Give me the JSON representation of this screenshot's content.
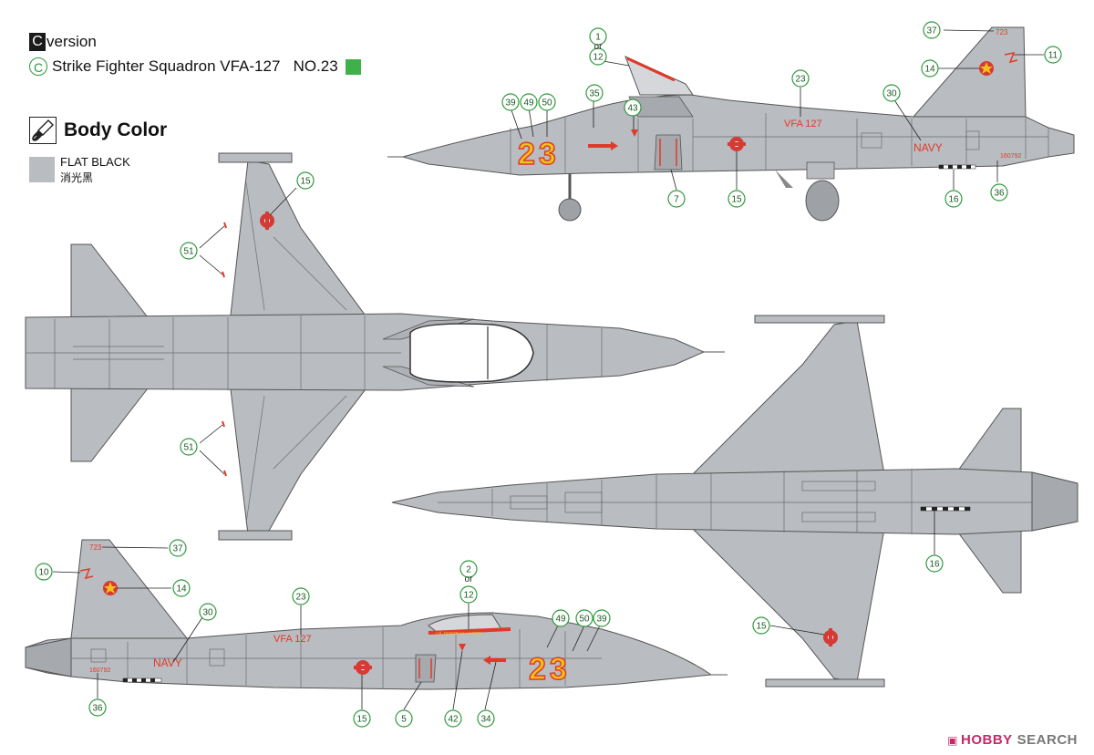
{
  "header": {
    "version_letter": "C",
    "version_word": "version",
    "circle_letter": "C",
    "squadron": "Strike Fighter Squadron VFA-127   NO.23"
  },
  "body_color": {
    "title": "Body Color",
    "paint": "FLAT BLACK",
    "paint_chinese": "消光黑",
    "swatch_color": "#b9bcc0"
  },
  "aircraft": {
    "modex": "23",
    "tail_number": "723",
    "squadron_text": "VFA 127",
    "service_text": "NAVY",
    "serial_number": "160792",
    "canopy_text": "Ltd. DEBORAH HAYDEN"
  },
  "callouts": {
    "c1": "1",
    "or": "or",
    "c12": "12",
    "c35": "35",
    "c39": "39",
    "c49": "49",
    "c50": "50",
    "c43": "43",
    "c23": "23",
    "c30": "30",
    "c37": "37",
    "c14": "14",
    "c11": "11",
    "c7": "7",
    "c15": "15",
    "c16": "16",
    "c36": "36",
    "c51": "51",
    "c10": "10",
    "c2": "2",
    "c5": "5",
    "c42": "42",
    "c34": "34"
  },
  "watermark": {
    "brand": "HOBBY",
    "suffix": "SEARCH"
  },
  "colors": {
    "body_gray": "#b9bcc0",
    "panel_line": "#6a6d72",
    "callout_green": "#2e9a3c",
    "decal_yellow": "#f2c21a",
    "decal_red": "#e03a2a",
    "insignia_red": "#d33b34",
    "watermark_pink": "#c32a6a"
  }
}
